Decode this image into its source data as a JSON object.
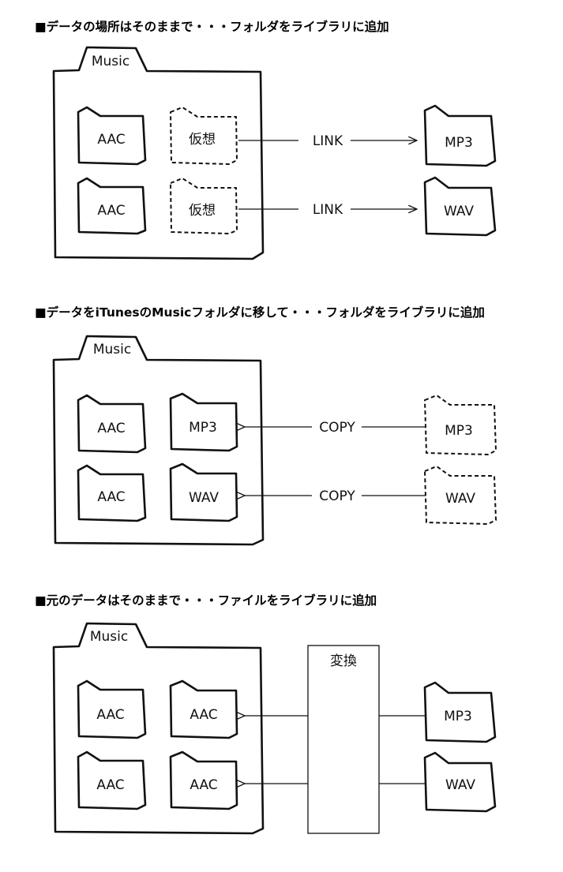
{
  "sections": [
    {
      "heading": "■データの場所はそのままで・・・フォルダをライブラリに追加",
      "music_label": "Music",
      "inner": [
        "AAC",
        "仮想",
        "AAC",
        "仮想"
      ],
      "links": [
        "LINK",
        "LINK"
      ],
      "outer": [
        "MP3",
        "WAV"
      ]
    },
    {
      "heading": "■データをiTunesのMusicフォルダに移して・・・フォルダをライブラリに追加",
      "music_label": "Music",
      "inner": [
        "AAC",
        "MP3",
        "AAC",
        "WAV"
      ],
      "links": [
        "COPY",
        "COPY"
      ],
      "outer": [
        "MP3",
        "WAV"
      ]
    },
    {
      "heading": "■元のデータはそのままで・・・ファイルをライブラリに追加",
      "music_label": "Music",
      "inner": [
        "AAC",
        "AAC",
        "AAC",
        "AAC"
      ],
      "converter": "変換",
      "outer": [
        "MP3",
        "WAV"
      ]
    }
  ]
}
